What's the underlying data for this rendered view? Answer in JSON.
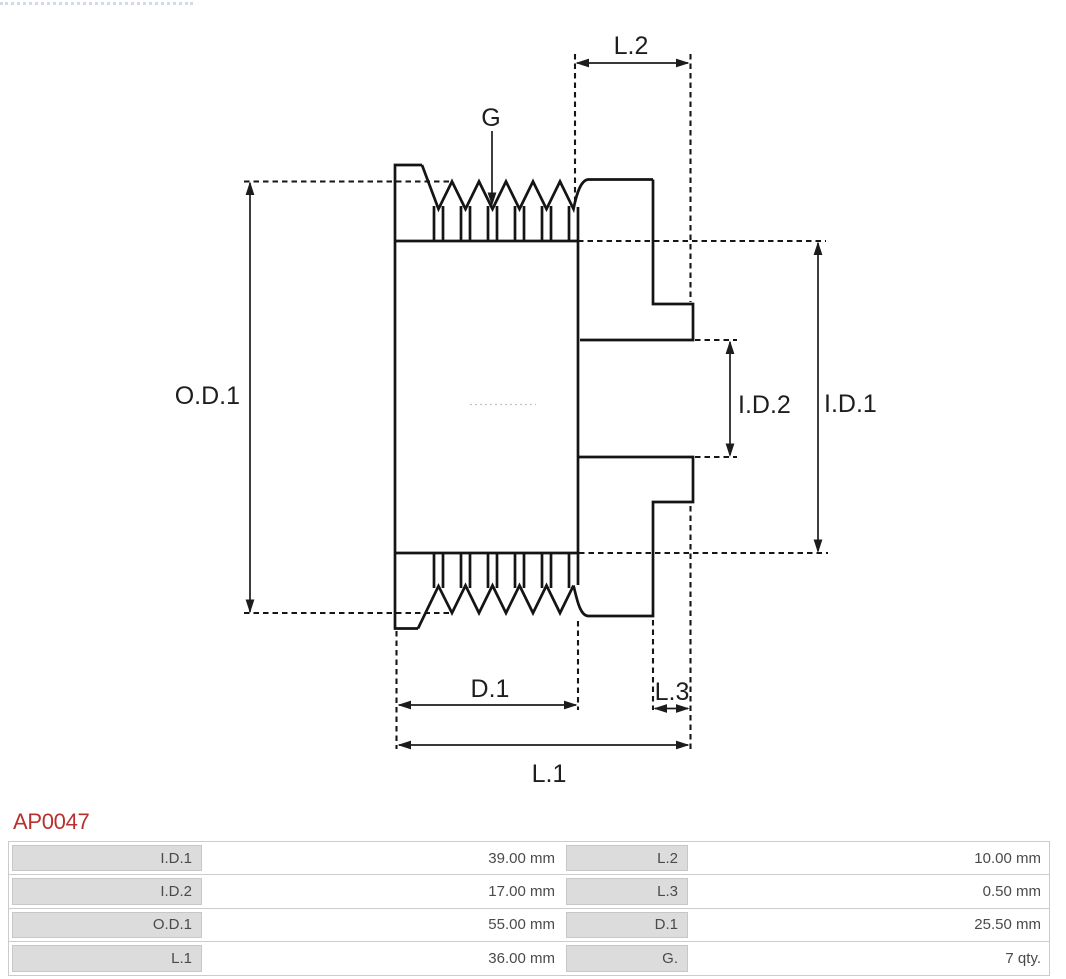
{
  "part": {
    "number": "AP0047"
  },
  "drawing": {
    "labels": {
      "l2": "L.2",
      "g": "G",
      "od1": "O.D.1",
      "id2": "I.D.2",
      "id1": "I.D.1",
      "d1": "D.1",
      "l3": "L.3",
      "l1": "L.1"
    }
  },
  "table": {
    "rows": [
      {
        "cells": [
          {
            "label": "I.D.1",
            "value": "39.00 mm"
          },
          {
            "label": "L.2",
            "value": "10.00 mm"
          }
        ]
      },
      {
        "cells": [
          {
            "label": "I.D.2",
            "value": "17.00 mm"
          },
          {
            "label": "L.3",
            "value": "0.50 mm"
          }
        ]
      },
      {
        "cells": [
          {
            "label": "O.D.1",
            "value": "55.00 mm"
          },
          {
            "label": "D.1",
            "value": "25.50 mm"
          }
        ]
      },
      {
        "cells": [
          {
            "label": "L.1",
            "value": "36.00 mm"
          },
          {
            "label": "G.",
            "value": "7 qty."
          }
        ]
      }
    ]
  },
  "colors": {
    "part_number": "#b9302f",
    "drawing_line": "#141414",
    "table_label_bg": "#dcdcdc",
    "table_border": "#cccccc",
    "table_text": "#4a4a4a"
  }
}
